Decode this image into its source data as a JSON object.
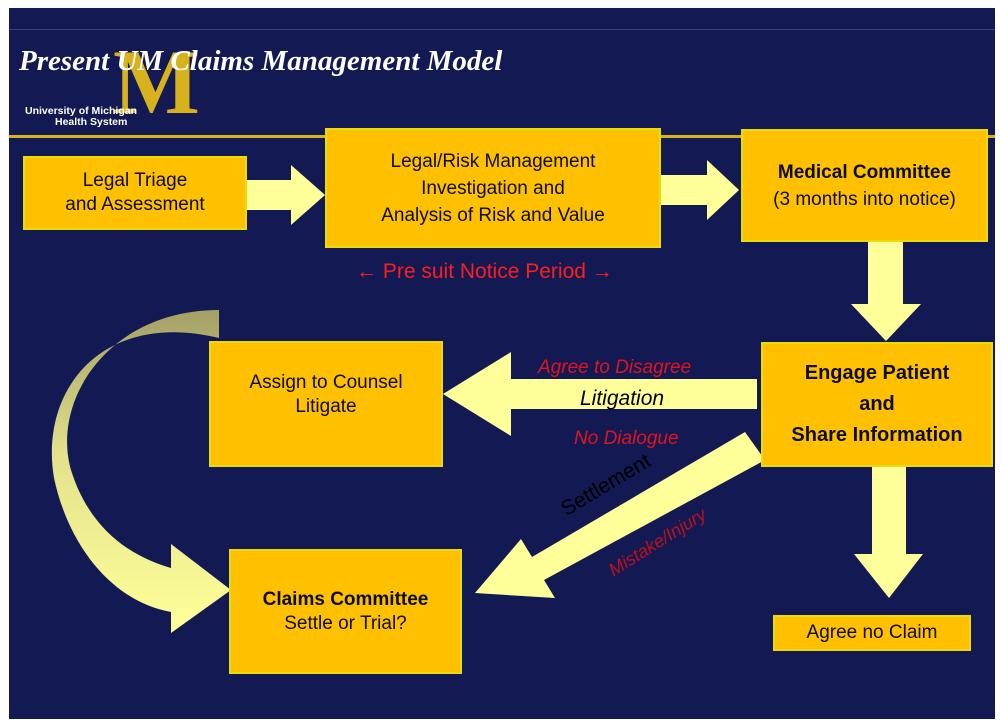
{
  "header": {
    "title": "Present UM Claims Management Model",
    "logo_line1": "University of Michigan",
    "logo_line2": "Health System",
    "logo_letter": "M"
  },
  "boxes": {
    "legal_triage": {
      "line1": "Legal Triage",
      "line2": "and Assessment"
    },
    "investigation": {
      "line1": "Legal/Risk Management",
      "line2": "Investigation and",
      "line3": "Analysis of Risk and Value"
    },
    "medical_committee": {
      "title": "Medical Committee",
      "line2": "(3 months into notice)"
    },
    "engage_patient": {
      "line1": "Engage Patient",
      "line2": "and",
      "line3": "Share Information"
    },
    "assign_counsel": {
      "line1": "Assign to Counsel",
      "line2": "Litigate"
    },
    "claims_committee": {
      "title": "Claims Committee",
      "line2": "Settle or Trial?"
    },
    "agree_no_claim": {
      "label": "Agree no Claim"
    }
  },
  "labels": {
    "notice_period": "← Pre suit Notice Period →",
    "agree_to_disagree": "Agree to Disagree",
    "litigation": "Litigation",
    "no_dialogue": "No Dialogue",
    "settlement": "Settlement",
    "mistake_injury": "Mistake/Injury"
  },
  "colors": {
    "background": "#131a53",
    "box_fill": "#ffc000",
    "arrow_fill": "#ffff99",
    "accent_red": "#e0141e",
    "logo_gold": "#d8b21c"
  }
}
